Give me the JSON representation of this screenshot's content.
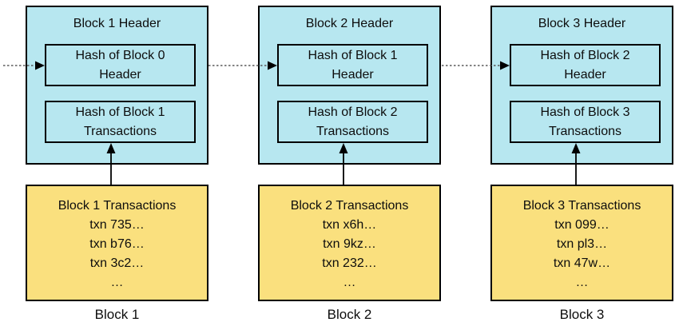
{
  "diagram": {
    "colors": {
      "header_fill": "#b7e7f0",
      "transactions_fill": "#fae07e",
      "box_border": "#000000",
      "solid_arrow": "#000000",
      "dashed_arrow": "#5a5a5a",
      "background": "#ffffff",
      "text": "#0d0d0d"
    }
  },
  "blocks": [
    {
      "label": "Block 1",
      "header": {
        "title": "Block 1 Header",
        "prev_hash_line1": "Hash of Block 0",
        "prev_hash_line2": "Header",
        "txn_hash_line1": "Hash of Block 1",
        "txn_hash_line2": "Transactions"
      },
      "transactions": {
        "title": "Block 1 Transactions",
        "txns": [
          "txn 735…",
          "txn b76…",
          "txn 3c2…"
        ],
        "more": "…"
      }
    },
    {
      "label": "Block 2",
      "header": {
        "title": "Block 2 Header",
        "prev_hash_line1": "Hash of Block 1",
        "prev_hash_line2": "Header",
        "txn_hash_line1": "Hash of Block 2",
        "txn_hash_line2": "Transactions"
      },
      "transactions": {
        "title": "Block 2 Transactions",
        "txns": [
          "txn x6h…",
          "txn 9kz…",
          "txn 232…"
        ],
        "more": "…"
      }
    },
    {
      "label": "Block 3",
      "header": {
        "title": "Block 3 Header",
        "prev_hash_line1": "Hash of Block 2",
        "prev_hash_line2": "Header",
        "txn_hash_line1": "Hash of Block 3",
        "txn_hash_line2": "Transactions"
      },
      "transactions": {
        "title": "Block 3 Transactions",
        "txns": [
          "txn 099…",
          "txn pl3…",
          "txn 47w…"
        ],
        "more": "…"
      }
    }
  ]
}
